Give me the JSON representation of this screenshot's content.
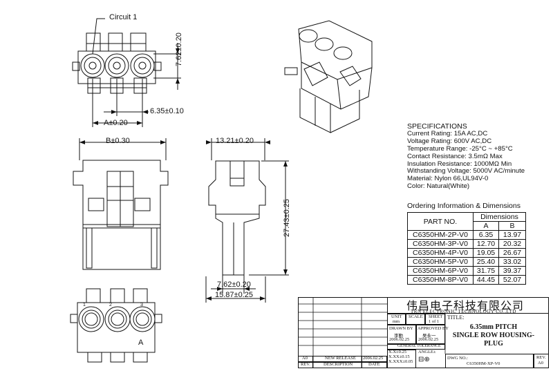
{
  "drawing": {
    "circuit_label": "Circuit 1",
    "dim_height_top": "7.62±0.20",
    "dim_pitch": "6.35±0.10",
    "dim_a": "A±0.20",
    "dim_b": "B±0.30",
    "dim_side_width": "13.21±0.20",
    "dim_total_height": "27.43±0.25",
    "dim_pin_width": "7.62±0.20",
    "dim_base_width": "15.87±0.25",
    "bottom_view_label": "A",
    "pin_numbers": [
      "1",
      "2",
      "3"
    ]
  },
  "specifications": {
    "heading": "SPECIFICATIONS",
    "lines": [
      "Current Rating: 15A AC,DC",
      "Voltage Rating: 600V AC,DC",
      "Temperature Range: -25°C ~ +85°C",
      "Contact Resistance: 3.5mΩ Max",
      "Insulation Resistance: 1000MΩ Min",
      "Withstanding Voltage: 5000V AC/minute",
      "Material: Nylon 66,UL94V-0",
      "Color: Natural(White)"
    ]
  },
  "ordering": {
    "heading": "Ordering Information & Dimensions",
    "col_part": "PART NO.",
    "col_dimensions": "Dimensions",
    "col_a": "A",
    "col_b": "B",
    "rows": [
      [
        "C6350HM-2P-V0",
        "6.35",
        "13.97"
      ],
      [
        "C6350HM-3P-V0",
        "12.70",
        "20.32"
      ],
      [
        "C6350HM-4P-V0",
        "19.05",
        "26.67"
      ],
      [
        "C6350HM-5P-V0",
        "25.40",
        "33.02"
      ],
      [
        "C6350HM-6P-V0",
        "31.75",
        "39.37"
      ],
      [
        "C6350HM-8P-V0",
        "44.45",
        "52.07"
      ]
    ]
  },
  "title_block": {
    "company_cn": "伟昌电子科技有限公司",
    "company_en": "TRN ELECTRONIC TECHNOLOGY CO.,LTD",
    "unit_label": "UNIT",
    "unit_value": "mm",
    "scale_label": "SCALE",
    "sheet_label": "SHEET",
    "sheet_value": "1 of 1",
    "title_label": "TITLE:",
    "title_lines": [
      "6.35mm PITCH",
      "SINGLE ROW HOUSING-",
      "PLUG"
    ],
    "drawn_by_label": "DRAWN BY",
    "drawn_by_name": "李勤",
    "drawn_date": "2006.02.25",
    "approved_by_label": "APPROVED BY",
    "approved_by_name": "吴永一",
    "approved_date": "2006.02.25",
    "general_tolerance": "GENERAL TOLERANCE",
    "tol_1": "X.X±0.25",
    "tol_2": "X.XX±0.15",
    "tol_3": "X.XXX±0.05",
    "angle_label": "ANGLE±",
    "dwg_label": "DWG NO.:",
    "dwg_no": "C6350HM-XP-V0",
    "rev_label": "REV.",
    "rev_value": "A0",
    "rev_row_rev": "A0",
    "rev_row_desc": "NEW RELEASE",
    "rev_row_date": "2006.02.25",
    "col_rev": "REV.",
    "col_description": "DESCRIPTION",
    "col_date": "DATE"
  }
}
